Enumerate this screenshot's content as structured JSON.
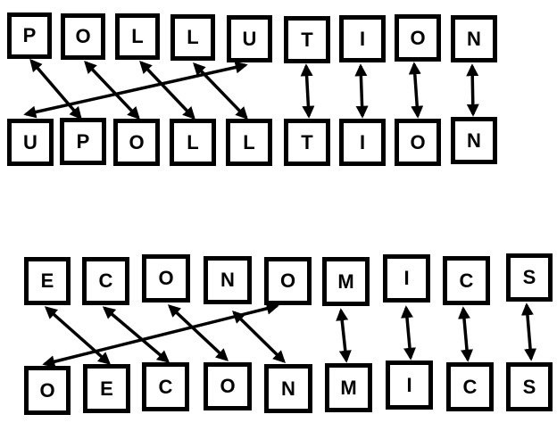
{
  "diagrams": [
    {
      "word": "POLLUTION",
      "top_letters": [
        "P",
        "O",
        "L",
        "L",
        "U",
        "T",
        "I",
        "O",
        "N"
      ],
      "bottom_letters": [
        "U",
        "P",
        "O",
        "L",
        "L",
        "T",
        "I",
        "O",
        "N"
      ]
    },
    {
      "word": "ECONOMICS",
      "top_letters": [
        "E",
        "C",
        "O",
        "N",
        "O",
        "M",
        "I",
        "C",
        "S"
      ],
      "bottom_letters": [
        "O",
        "E",
        "C",
        "O",
        "N",
        "M",
        "I",
        "C",
        "S"
      ]
    }
  ],
  "colors": {
    "stroke": "#000000",
    "background": "#ffffff"
  }
}
